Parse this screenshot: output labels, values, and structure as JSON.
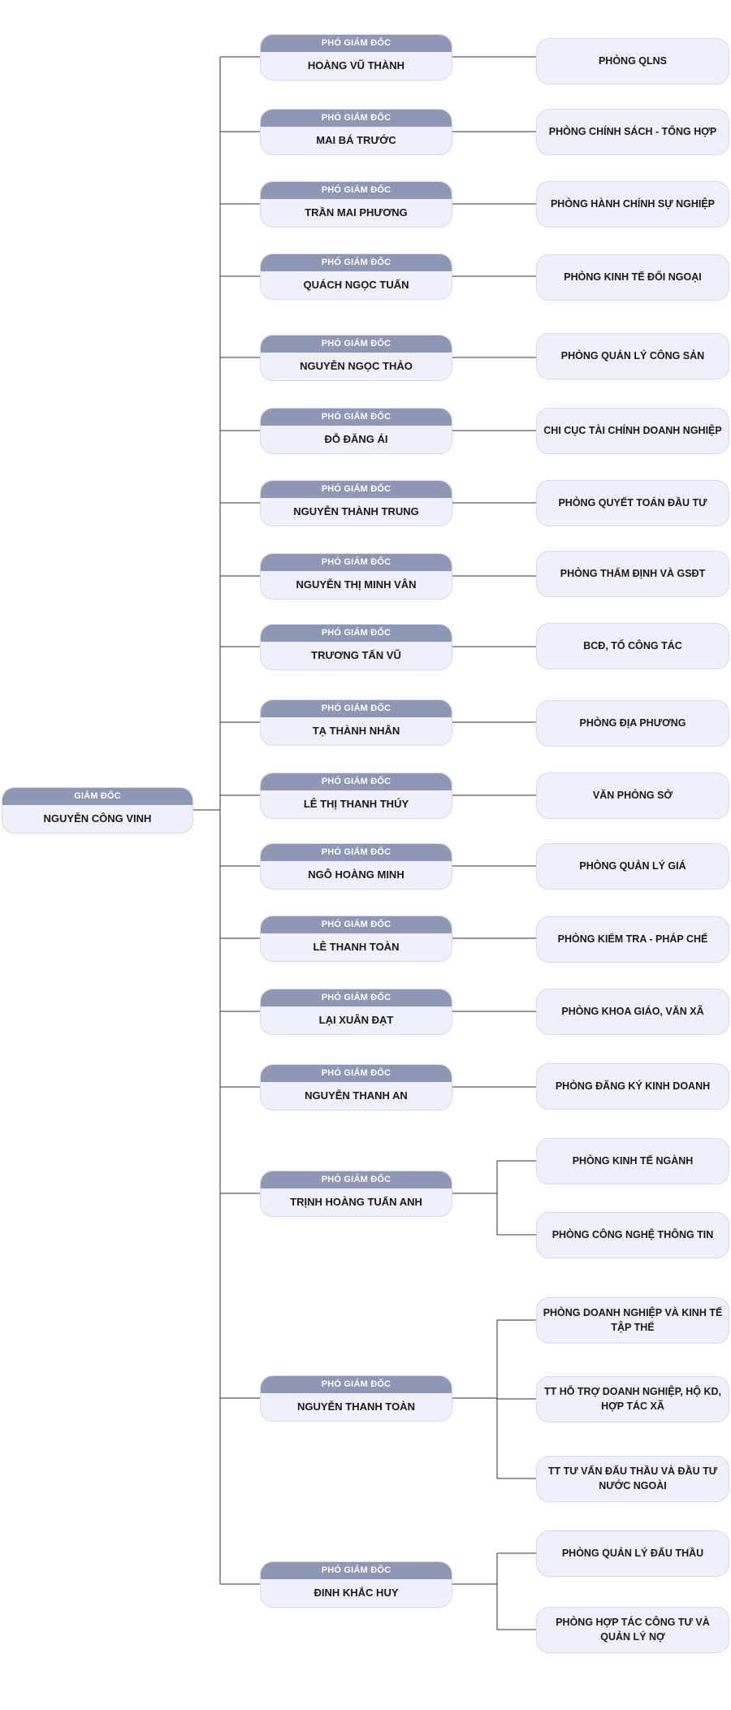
{
  "director": {
    "role": "GIÁM ĐỐC",
    "name": "NGUYỄN CÔNG VINH"
  },
  "deputies": [
    {
      "role": "PHÓ GIÁM ĐỐC",
      "name": "HOÀNG VŨ THÀNH",
      "departments": [
        "PHÒNG QLNS"
      ]
    },
    {
      "role": "PHÓ GIÁM ĐỐC",
      "name": "MAI BÁ TRƯỚC",
      "departments": [
        "PHÒNG CHÍNH SÁCH - TỔNG HỢP"
      ]
    },
    {
      "role": "PHÓ GIÁM ĐỐC",
      "name": "TRẦN MAI PHƯƠNG",
      "departments": [
        "PHÒNG HÀNH CHÍNH SỰ NGHIỆP"
      ]
    },
    {
      "role": "PHÓ GIÁM ĐỐC",
      "name": "QUÁCH NGỌC TUẤN",
      "departments": [
        "PHÒNG KINH TẾ ĐỐI NGOẠI"
      ]
    },
    {
      "role": "PHÓ GIÁM ĐỐC",
      "name": "NGUYỄN NGỌC THẢO",
      "departments": [
        "PHÒNG QUẢN LÝ CÔNG SẢN"
      ]
    },
    {
      "role": "PHÓ GIÁM ĐỐC",
      "name": "ĐỖ ĐĂNG ÁI",
      "departments": [
        "CHI CỤC TÀI CHÍNH DOANH NGHIỆP"
      ]
    },
    {
      "role": "PHÓ GIÁM ĐỐC",
      "name": "NGUYỄN THÀNH TRUNG",
      "departments": [
        "PHÒNG QUYẾT TOÁN ĐẦU TƯ"
      ]
    },
    {
      "role": "PHÓ GIÁM ĐỐC",
      "name": "NGUYỄN THỊ MINH VÂN",
      "departments": [
        "PHÒNG THẨM ĐỊNH VÀ GSĐT"
      ]
    },
    {
      "role": "PHÓ GIÁM ĐỐC",
      "name": "TRƯƠNG TẤN VŨ",
      "departments": [
        "BCĐ, TỔ CÔNG TÁC"
      ]
    },
    {
      "role": "PHÓ GIÁM ĐỐC",
      "name": "TẠ THÀNH NHÂN",
      "departments": [
        "PHÒNG ĐỊA PHƯƠNG"
      ]
    },
    {
      "role": "PHÓ GIÁM ĐỐC",
      "name": "LÊ THỊ THANH THÚY",
      "departments": [
        "VĂN PHÒNG SỞ"
      ]
    },
    {
      "role": "PHÓ GIÁM ĐỐC",
      "name": "NGÔ HOÀNG MINH",
      "departments": [
        "PHÒNG QUẢN LÝ GIÁ"
      ]
    },
    {
      "role": "PHÓ GIÁM ĐỐC",
      "name": "LÊ THANH TOÀN",
      "departments": [
        "PHÒNG KIỂM TRA - PHÁP CHẾ"
      ]
    },
    {
      "role": "PHÓ GIÁM ĐỐC",
      "name": "LẠI XUÂN ĐẠT",
      "departments": [
        "PHÒNG KHOA GIÁO, VĂN XÃ"
      ]
    },
    {
      "role": "PHÓ GIÁM ĐỐC",
      "name": "NGUYỄN THANH AN",
      "departments": [
        "PHÒNG ĐĂNG KÝ KINH DOANH"
      ]
    },
    {
      "role": "PHÓ GIÁM ĐỐC",
      "name": "TRỊNH HOÀNG TUẤN ANH",
      "departments": [
        "PHÒNG KINH TẾ NGÀNH",
        "PHÒNG CÔNG NGHỆ THÔNG TIN"
      ]
    },
    {
      "role": "PHÓ GIÁM ĐỐC",
      "name": "NGUYỄN THANH TOÀN",
      "departments": [
        "PHÒNG DOANH NGHIỆP VÀ KINH TẾ TẬP THỂ",
        "TT HỖ TRỢ DOANH NGHIỆP, HỘ KD, HỢP TÁC XÃ",
        "TT TƯ VẤN ĐẤU THẦU VÀ ĐẦU TƯ NƯỚC NGOÀI"
      ]
    },
    {
      "role": "PHÓ GIÁM ĐỐC",
      "name": "ĐINH KHẮC HUY",
      "departments": [
        "PHÒNG QUẢN LÝ ĐẤU THẦU",
        "PHÒNG HỢP TÁC CÔNG TƯ VÀ QUẢN LÝ NỢ"
      ]
    }
  ]
}
